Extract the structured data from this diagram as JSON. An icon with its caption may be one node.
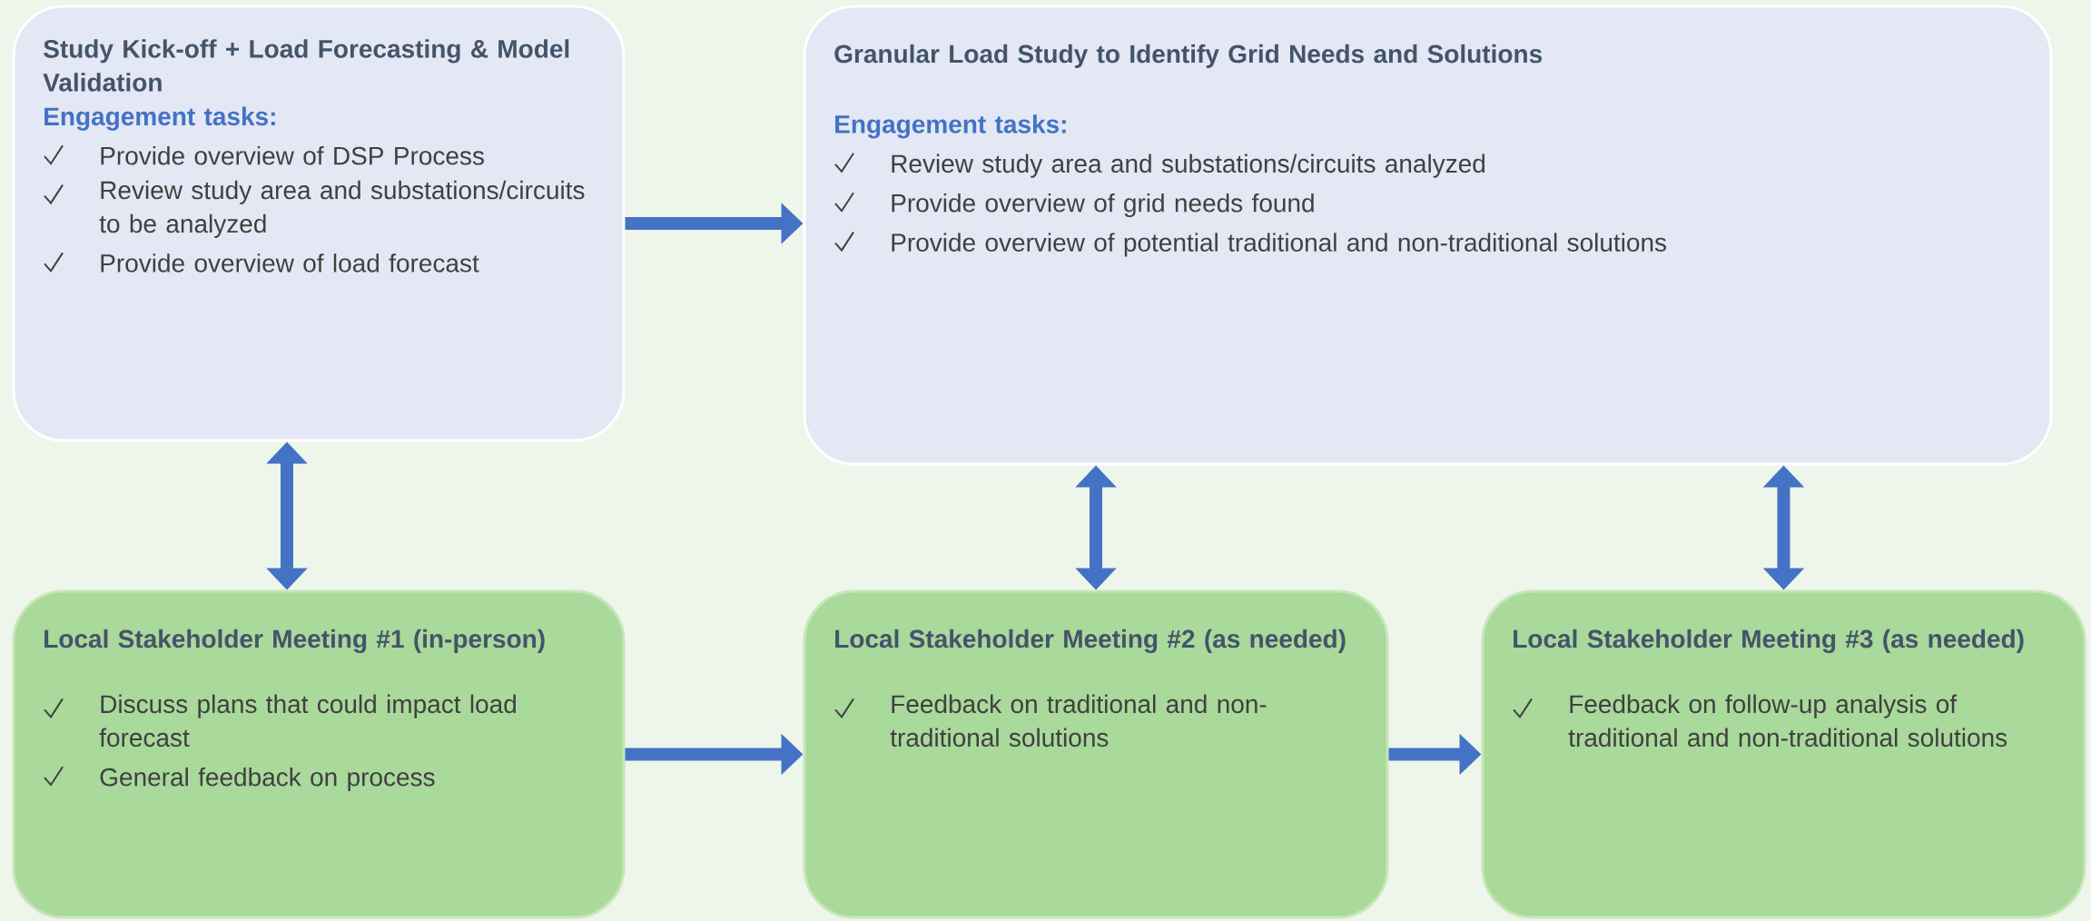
{
  "diagram": {
    "nodes": [
      {
        "text": [
          "Study Kick-off + Load Forecasting & Model Validation",
          "Engagement tasks:",
          "Provide overview of DSP Process",
          "Review study area and substations/circuits to be analyzed",
          "Provide overview of load forecast"
        ]
      },
      {
        "text": [
          "Granular Load Study to Identify Grid Needs and Solutions",
          "Engagement tasks:",
          "Review study area and substations/circuits analyzed",
          "Provide overview of grid needs found",
          "Provide overview of potential traditional and non-traditional solutions"
        ]
      },
      {
        "text": [
          "Local Stakeholder Meeting #1 (in-person)",
          "Discuss plans that could impact load forecast",
          "General feedback on process"
        ]
      },
      {
        "text": [
          "Local Stakeholder Meeting #2 (as needed)",
          "Feedback on traditional and non-traditional solutions"
        ]
      },
      {
        "text": [
          "Local Stakeholder Meeting #3 (as needed)",
          "Feedback on follow-up analysis of traditional and non-traditional solutions"
        ]
      }
    ],
    "edges": [
      {
        "from": 0,
        "to": 1,
        "arrow": "to"
      },
      {
        "from": 0,
        "to": 2,
        "arrow": "both"
      },
      {
        "from": 1,
        "to": 3,
        "arrow": "both"
      },
      {
        "from": 1,
        "to": 4,
        "arrow": "both"
      },
      {
        "from": 2,
        "to": 3,
        "arrow": "to"
      },
      {
        "from": 3,
        "to": 4,
        "arrow": "to"
      }
    ]
  }
}
